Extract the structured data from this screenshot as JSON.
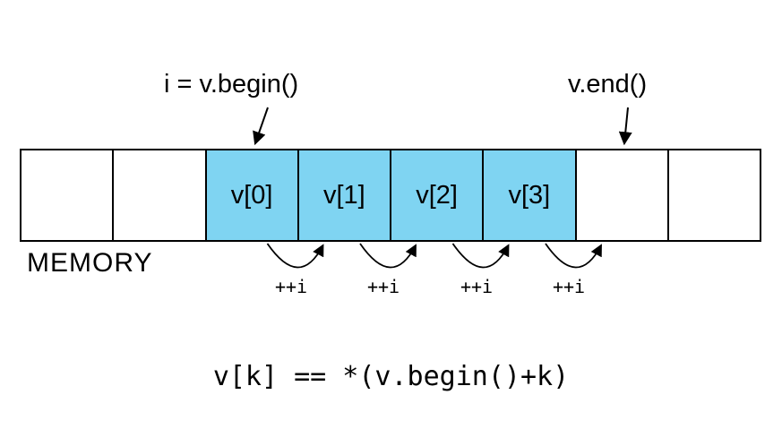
{
  "diagram": {
    "begin_label": "i = v.begin()",
    "end_label": "v.end()",
    "memory_label": "MEMORY",
    "cells": [
      {
        "label": "",
        "highlight": false
      },
      {
        "label": "",
        "highlight": false
      },
      {
        "label": "v[0]",
        "highlight": true
      },
      {
        "label": "v[1]",
        "highlight": true
      },
      {
        "label": "v[2]",
        "highlight": true
      },
      {
        "label": "v[3]",
        "highlight": true
      },
      {
        "label": "",
        "highlight": false
      },
      {
        "label": "",
        "highlight": false
      }
    ],
    "increments": [
      "++i",
      "++i",
      "++i",
      "++i"
    ],
    "formula": "v[k] == *(v.begin()+k)",
    "colors": {
      "highlight": "#7FD4F2",
      "stroke": "#000000",
      "background": "#FFFFFF"
    }
  }
}
